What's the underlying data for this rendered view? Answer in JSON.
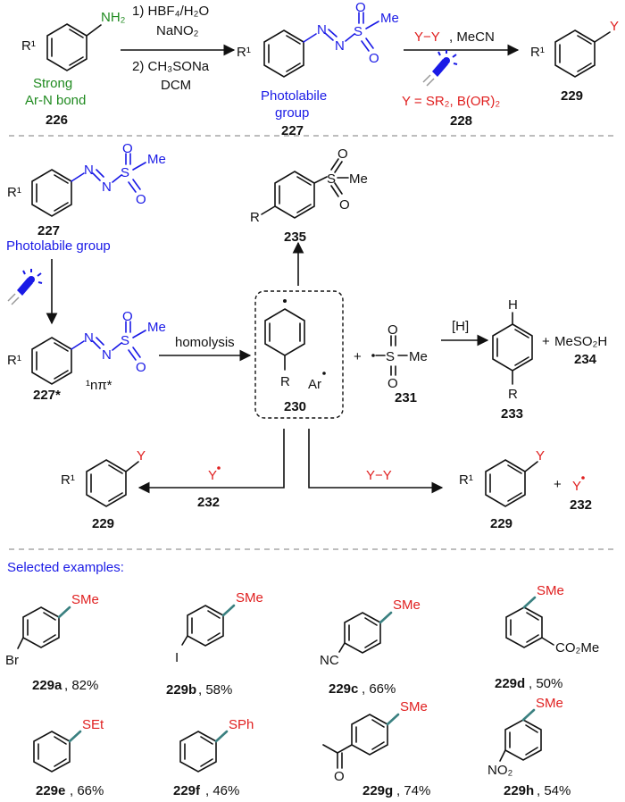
{
  "top_scheme": {
    "r1": "R¹",
    "nh2": "NH₂",
    "strong_bond_line1": "Strong",
    "strong_bond_line2": "Ar-N bond",
    "label_226": "226",
    "step1": "1) HBF₄/H₂O",
    "step1b": "NaNO₂",
    "step2": "2) CH₃SONa",
    "step2b": "DCM",
    "n": "N",
    "s": "S",
    "o": "O",
    "me": "Me",
    "photolabile_line1": "Photolabile",
    "photolabile_line2": "group",
    "label_227": "227",
    "reagent_yy": "Y−Y",
    "reagent_solvent": ", MeCN",
    "y_def": "Y = SR₂, B(OR)₂",
    "label_228": "228",
    "y": "Y",
    "label_229": "229"
  },
  "mechanism": {
    "label_227": "227",
    "photolabile_group": "Photolabile group",
    "label_227_star": "227*",
    "excited_state": "¹nπ*",
    "homolysis": "homolysis",
    "r": "R",
    "ar_radical": "Ar",
    "label_230": "230",
    "plus": "+",
    "label_231": "231",
    "h_source": "[H]",
    "h": "H",
    "label_233": "233",
    "meso2h": "MeSO₂H",
    "label_234": "234",
    "label_235": "235",
    "y_radical": "Y",
    "label_232": "232",
    "y_y": "Y−Y",
    "label_229": "229"
  },
  "examples": {
    "heading": "Selected examples:",
    "items": [
      {
        "id": "229a",
        "yield": ", 82%",
        "sub": "SMe",
        "other": "Br"
      },
      {
        "id": "229b",
        "yield": ", 58%",
        "sub": "SMe",
        "other": "I"
      },
      {
        "id": "229c",
        "yield": ", 66%",
        "sub": "SMe",
        "other": "NC"
      },
      {
        "id": "229d",
        "yield": ", 50%",
        "sub": "SMe",
        "other": "CO₂Me"
      },
      {
        "id": "229e",
        "yield": ", 66%",
        "sub": "SEt",
        "other": ""
      },
      {
        "id": "229f",
        "yield": ", 46%",
        "sub": "SPh",
        "other": ""
      },
      {
        "id": "229g",
        "yield": ", 74%",
        "sub": "SMe",
        "other": "O"
      },
      {
        "id": "229h",
        "yield": ", 54%",
        "sub": "SMe",
        "other": "NO₂"
      }
    ]
  },
  "colors": {
    "black": "#111111",
    "blue": "#1a1ae6",
    "red": "#e02020",
    "green": "#1f8a1f",
    "bond_highlight": "#3a8080",
    "divider": "#bdbdbd"
  }
}
